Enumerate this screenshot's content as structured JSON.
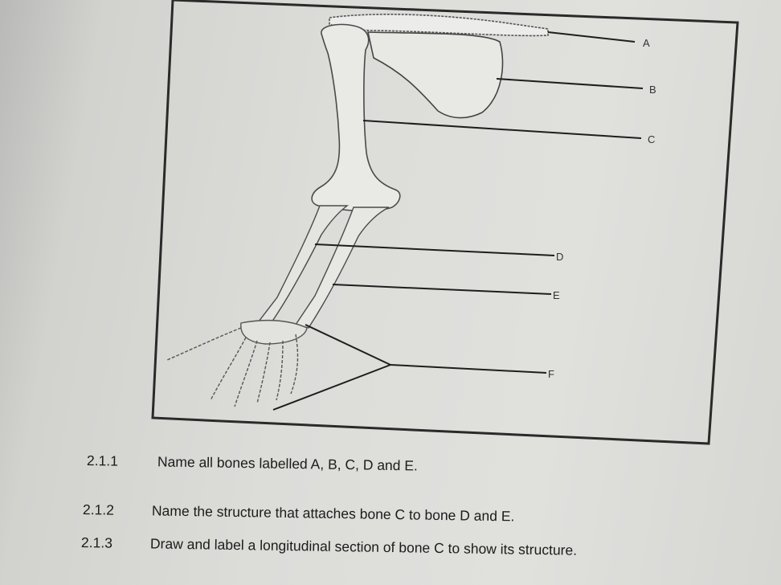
{
  "figure": {
    "labels": {
      "a": "A",
      "b": "B",
      "c": "C",
      "d": "D",
      "e": "E",
      "f": "F"
    }
  },
  "questions": [
    {
      "number": "2.1.1",
      "text": "Name all bones labelled A, B, C, D and E."
    },
    {
      "number": "2.1.2",
      "text": "Name the structure that attaches bone C to bone D and E."
    },
    {
      "number": "2.1.3",
      "text": "Draw and label a longitudinal section of bone C to show its structure."
    }
  ]
}
